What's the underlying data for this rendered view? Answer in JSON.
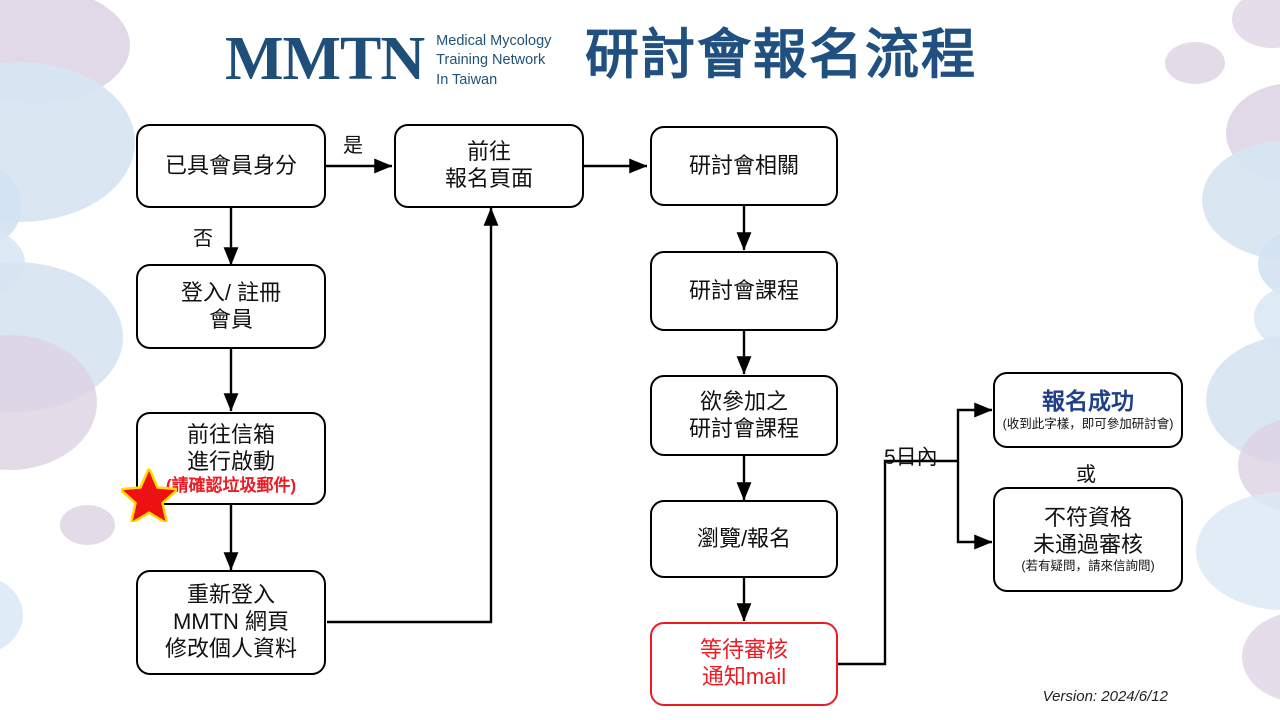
{
  "header": {
    "logo_mark": "MMTN",
    "logo_sub_line1": "Medical Mycology",
    "logo_sub_line2": "Training Network",
    "logo_sub_line3": "In Taiwan",
    "title": "研討會報名流程",
    "brand_color": "#1F4E79",
    "title_color": "#1F5080"
  },
  "nodes": {
    "member_check": {
      "line1": "已具會員身分"
    },
    "register_member": {
      "line1": "登入/ 註冊",
      "line2": "會員"
    },
    "activate_mail": {
      "line1": "前往信箱",
      "line2": "進行啟動",
      "note": "(請確認垃圾郵件)",
      "note_color": "#ED1C24"
    },
    "relogin_edit": {
      "line1": "重新登入",
      "line2": "MMTN 網頁",
      "line3": "修改個人資料"
    },
    "go_signup_page": {
      "line1": "前往",
      "line2": "報名頁面"
    },
    "seminar_related": {
      "line1": "研討會相關"
    },
    "seminar_course": {
      "line1": "研討會課程"
    },
    "wanted_course": {
      "line1": "欲參加之",
      "line2": "研討會課程"
    },
    "browse_signup": {
      "line1": "瀏覽/報名"
    },
    "waiting_review": {
      "line1": "等待審核",
      "line2": "通知mail",
      "color": "#ED1C24"
    },
    "success": {
      "line1": "報名成功",
      "note": "(收到此字樣，即可參加研討會)",
      "color": "#1F3F87"
    },
    "rejected": {
      "line1": "不符資格",
      "line2": "未通過審核",
      "note": "(若有疑問，請來信詢問)"
    }
  },
  "edge_labels": {
    "yes": "是",
    "no": "否",
    "within_5_days": "5日內",
    "or": "或"
  },
  "footer": {
    "version": "Version: 2024/6/12"
  },
  "decor": {
    "blue": "#D6E4F2",
    "lavender": "#DDD2E4",
    "star_fill": "#EE1111",
    "star_stroke": "#FFD900"
  }
}
